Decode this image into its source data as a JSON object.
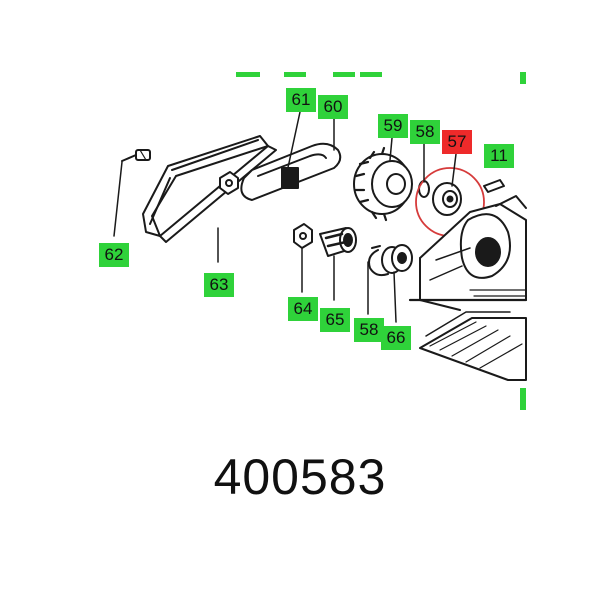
{
  "part_number": "400583",
  "callouts": [
    {
      "id": "61",
      "label": "61",
      "highlight": false
    },
    {
      "id": "60",
      "label": "60",
      "highlight": false
    },
    {
      "id": "59",
      "label": "59",
      "highlight": false
    },
    {
      "id": "58a",
      "label": "58",
      "highlight": false
    },
    {
      "id": "57",
      "label": "57",
      "highlight": true
    },
    {
      "id": "11",
      "label": "11",
      "highlight": false
    },
    {
      "id": "62",
      "label": "62",
      "highlight": false
    },
    {
      "id": "63",
      "label": "63",
      "highlight": false
    },
    {
      "id": "64",
      "label": "64",
      "highlight": false
    },
    {
      "id": "65",
      "label": "65",
      "highlight": false
    },
    {
      "id": "58b",
      "label": "58",
      "highlight": false
    },
    {
      "id": "66",
      "label": "66",
      "highlight": false
    }
  ],
  "colors": {
    "callout_green": "#2fd23a",
    "callout_red": "#ee2a2a",
    "line_art": "#1a1a1a",
    "highlight_circle": "#d63b3b"
  }
}
